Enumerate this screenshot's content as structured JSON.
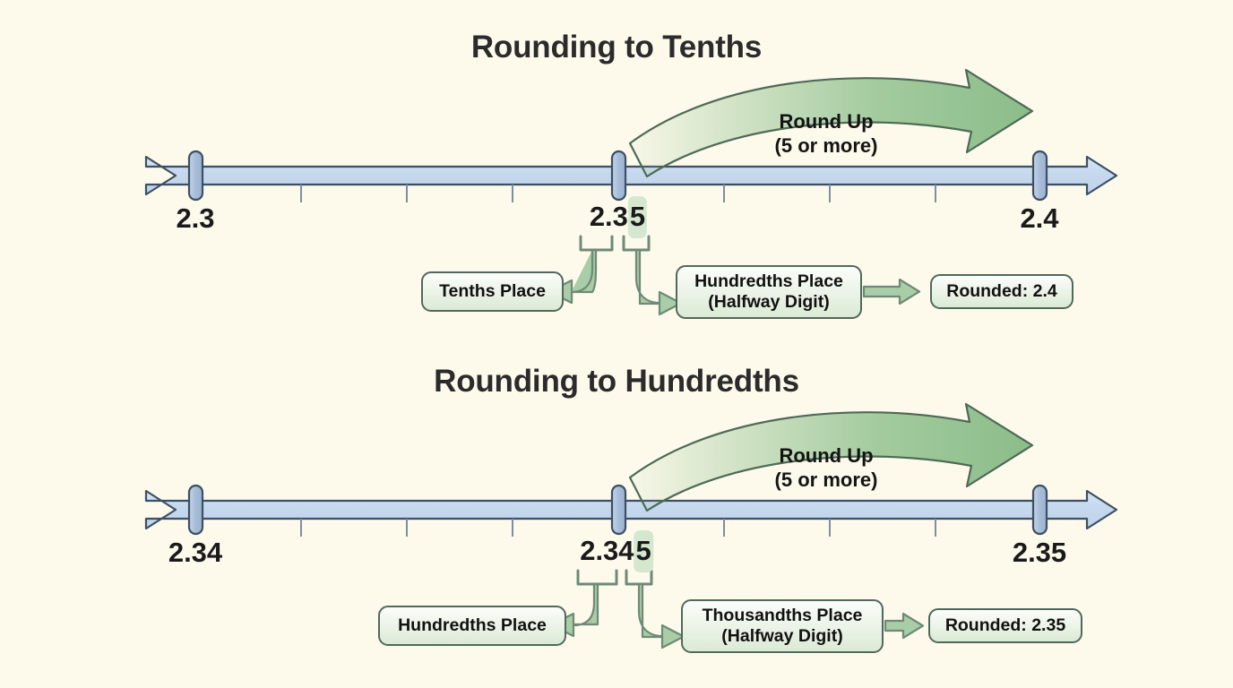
{
  "background_color": "#fdfaec",
  "colors": {
    "line_fill": "#c8daef",
    "line_stroke": "#3d4f63",
    "marker_fill": "#aec3dd",
    "arrow_green": "#8fc08d",
    "arrow_green_stroke": "#4e6a56",
    "box_border": "#51695b",
    "highlight": "#d4e8d0",
    "text": "#1a1a1a"
  },
  "sections": [
    {
      "id": "tenths",
      "title": "Rounding to Tenths",
      "number_line": {
        "left_label": "2.3",
        "center_label_prefix": "2.3",
        "center_label_highlight": "5",
        "center_label_full": "2.35",
        "right_label": "2.4",
        "minor_ticks_per_half": 4
      },
      "round_up_note": {
        "line1": "Round Up",
        "line2": "(5 or more)"
      },
      "boxes": {
        "left": "Tenths Place",
        "middle_line1": "Hundredths Place",
        "middle_line2": "(Halfway Digit)",
        "result": "Rounded: 2.4"
      }
    },
    {
      "id": "hundredths",
      "title": "Rounding to Hundredths",
      "number_line": {
        "left_label": "2.34",
        "center_label_prefix": "2.34",
        "center_label_highlight": "5",
        "center_label_full": "2.345",
        "right_label": "2.35",
        "minor_ticks_per_half": 4
      },
      "round_up_note": {
        "line1": "Round Up",
        "line2": "(5 or more)"
      },
      "boxes": {
        "left": "Hundredths Place",
        "middle_line1": "Thousandths Place",
        "middle_line2": "(Halfway Digit)",
        "result": "Rounded: 2.35"
      }
    }
  ]
}
